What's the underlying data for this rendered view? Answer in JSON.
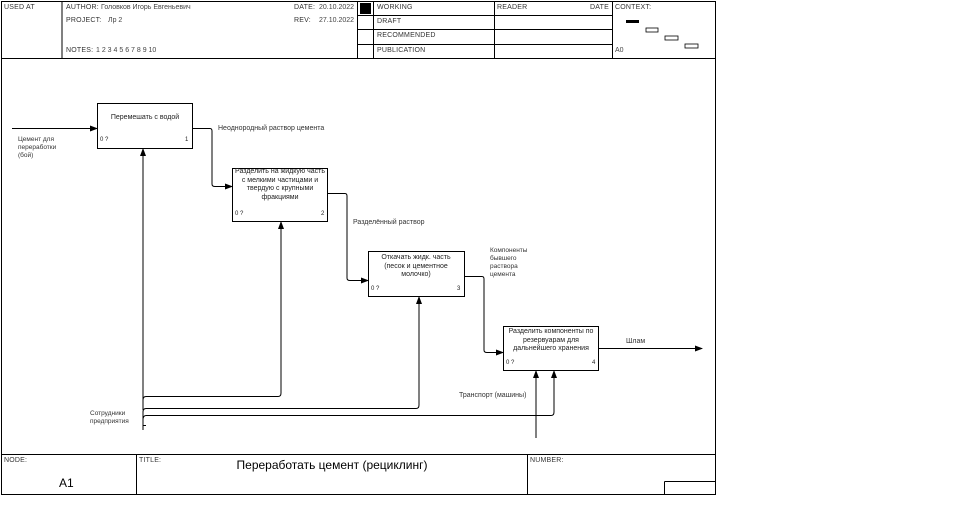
{
  "header": {
    "used_at_label": "USED AT",
    "author_label": "AUTHOR:",
    "author_value": "Головков Игорь Евгеньевич",
    "project_label": "PROJECT:",
    "project_value": "Лр 2",
    "notes_label": "NOTES:",
    "notes_value": "1  2  3  4  5  6  7  8  9  10",
    "date_label": "DATE:",
    "date_value": "20.10.2022",
    "rev_label": "REV:",
    "rev_value": "27.10.2022",
    "status": [
      "WORKING",
      "DRAFT",
      "RECOMMENDED",
      "PUBLICATION"
    ],
    "reader_label": "READER",
    "reader_date_label": "DATE",
    "context_label": "CONTEXT:",
    "context_node": "A0"
  },
  "boxes": [
    {
      "text": "Перемешать с водой",
      "cost": "0 ?",
      "num": "1"
    },
    {
      "text": "Разделить на жидкую часть с мелкими частицами и твердую с крупными фракциями",
      "cost": "0 ?",
      "num": "2"
    },
    {
      "text": "Откачать жидк. часть (песок и цементное молочко)",
      "cost": "0 ?",
      "num": "3"
    },
    {
      "text": "Разделить компоненты по резервуарам для дальнейшего хранения",
      "cost": "0 ?",
      "num": "4"
    }
  ],
  "arrows": {
    "input": "Цемент для переработки (бой)",
    "out1": "Неоднородный раствор цемента",
    "out2": "Разделённый раствор",
    "out3": "Компоненты бывшего раствора цемента",
    "output": "Шлам",
    "mech1": "Сотрудники предприятия",
    "mech2": "Транспорт (машины)"
  },
  "footer": {
    "node_label": "NODE:",
    "node_value": "A1",
    "title_label": "TITLE:",
    "title_value": "Переработать цемент  (рециклинг)",
    "number_label": "NUMBER:"
  }
}
